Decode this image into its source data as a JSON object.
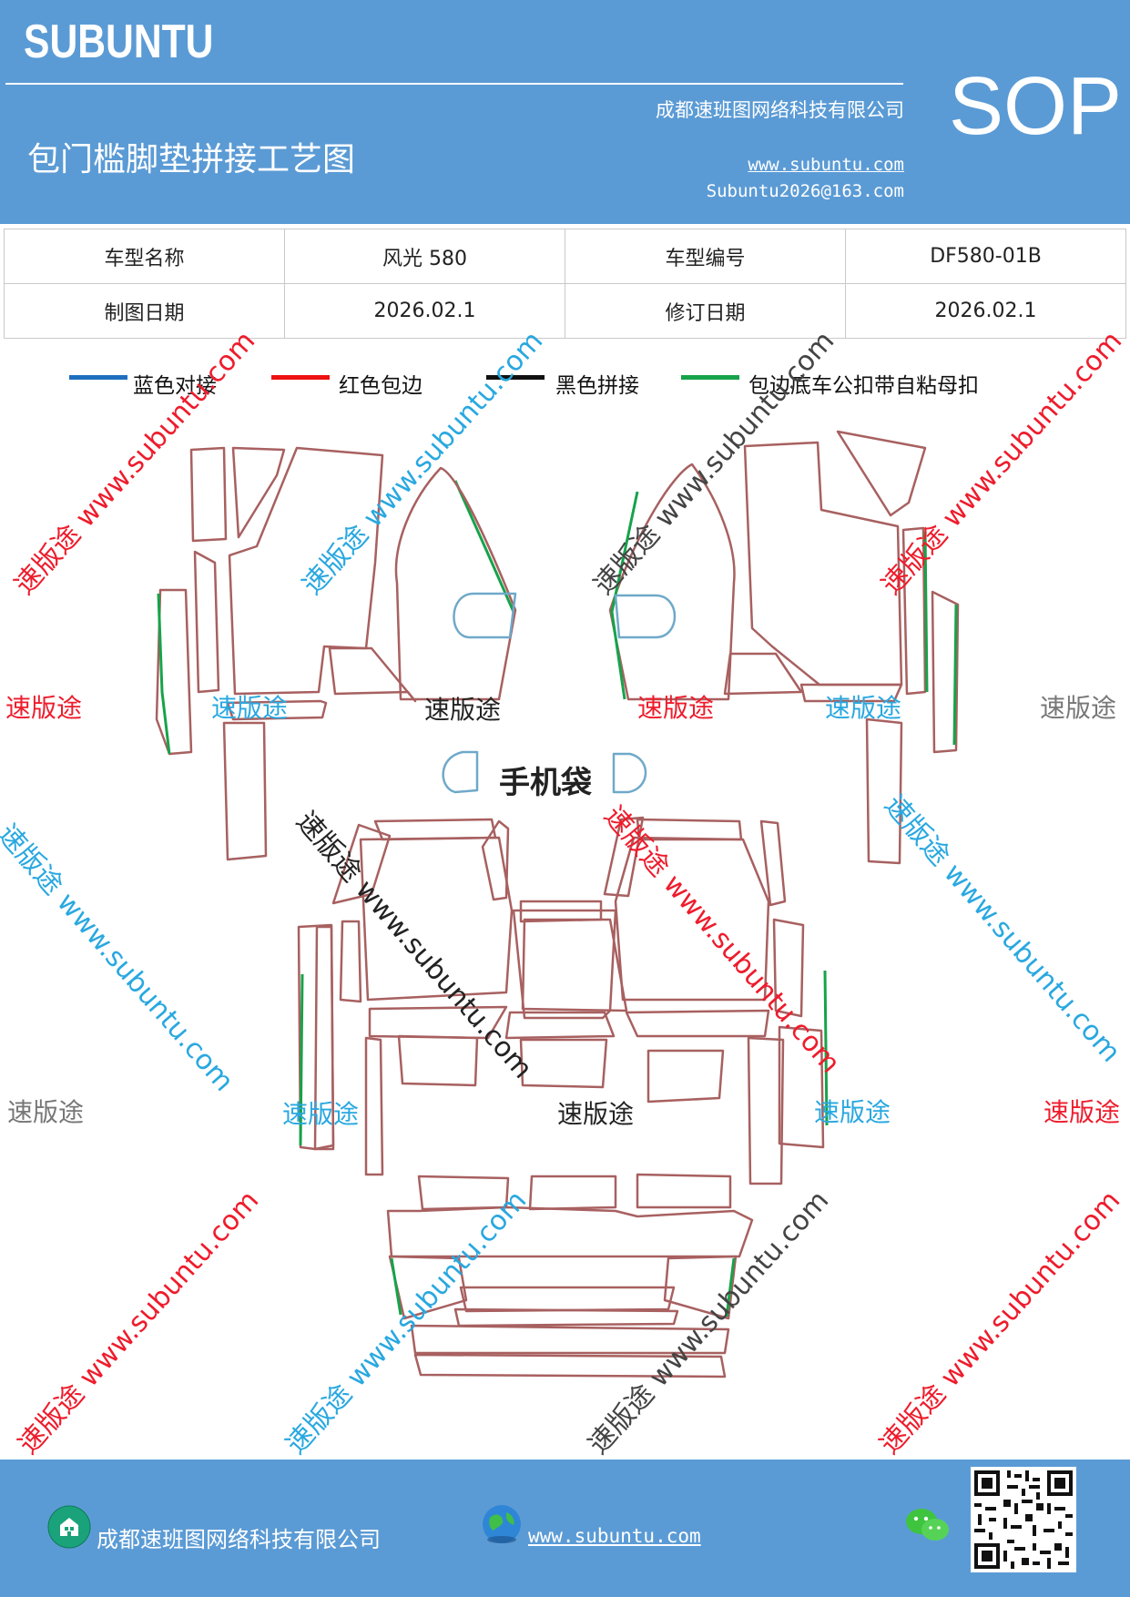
{
  "header": {
    "logo": "SUBUNTU",
    "title": "包门槛脚垫拼接工艺图",
    "company": "成都速班图网络科技有限公司",
    "website": "www.subuntu.com",
    "email": "Subuntu2026@163.com",
    "badge": "SOP"
  },
  "info_table": {
    "row1": [
      "车型名称",
      "风光 580",
      "车型编号",
      "DF580-01B"
    ],
    "row2": [
      "制图日期",
      "2026.02.1",
      "修订日期",
      "2026.02.1"
    ]
  },
  "legend": [
    {
      "color": "#1f6fbf",
      "label": "蓝色对接"
    },
    {
      "color": "#ee1111",
      "label": "红色包边"
    },
    {
      "color": "#111111",
      "label": "黑色拼接"
    },
    {
      "color": "#16a34a",
      "label": "包边底车公扣带自粘母扣"
    }
  ],
  "diagram": {
    "phone_bag_label": "手机袋"
  },
  "watermarks": {
    "brand": "速版途",
    "diagonal": "速版途 www.subuntu.com",
    "diagonal_down": "速版途 www.subuntu.com"
  },
  "footer": {
    "company": "成都速班图网络科技有限公司",
    "website": "www.subuntu.com"
  },
  "colors": {
    "header_bg": "#5b9bd5",
    "wm_red": "#ee1c2c",
    "wm_blue": "#29a8e0",
    "wm_gray": "#777777",
    "wm_black": "#222222"
  }
}
